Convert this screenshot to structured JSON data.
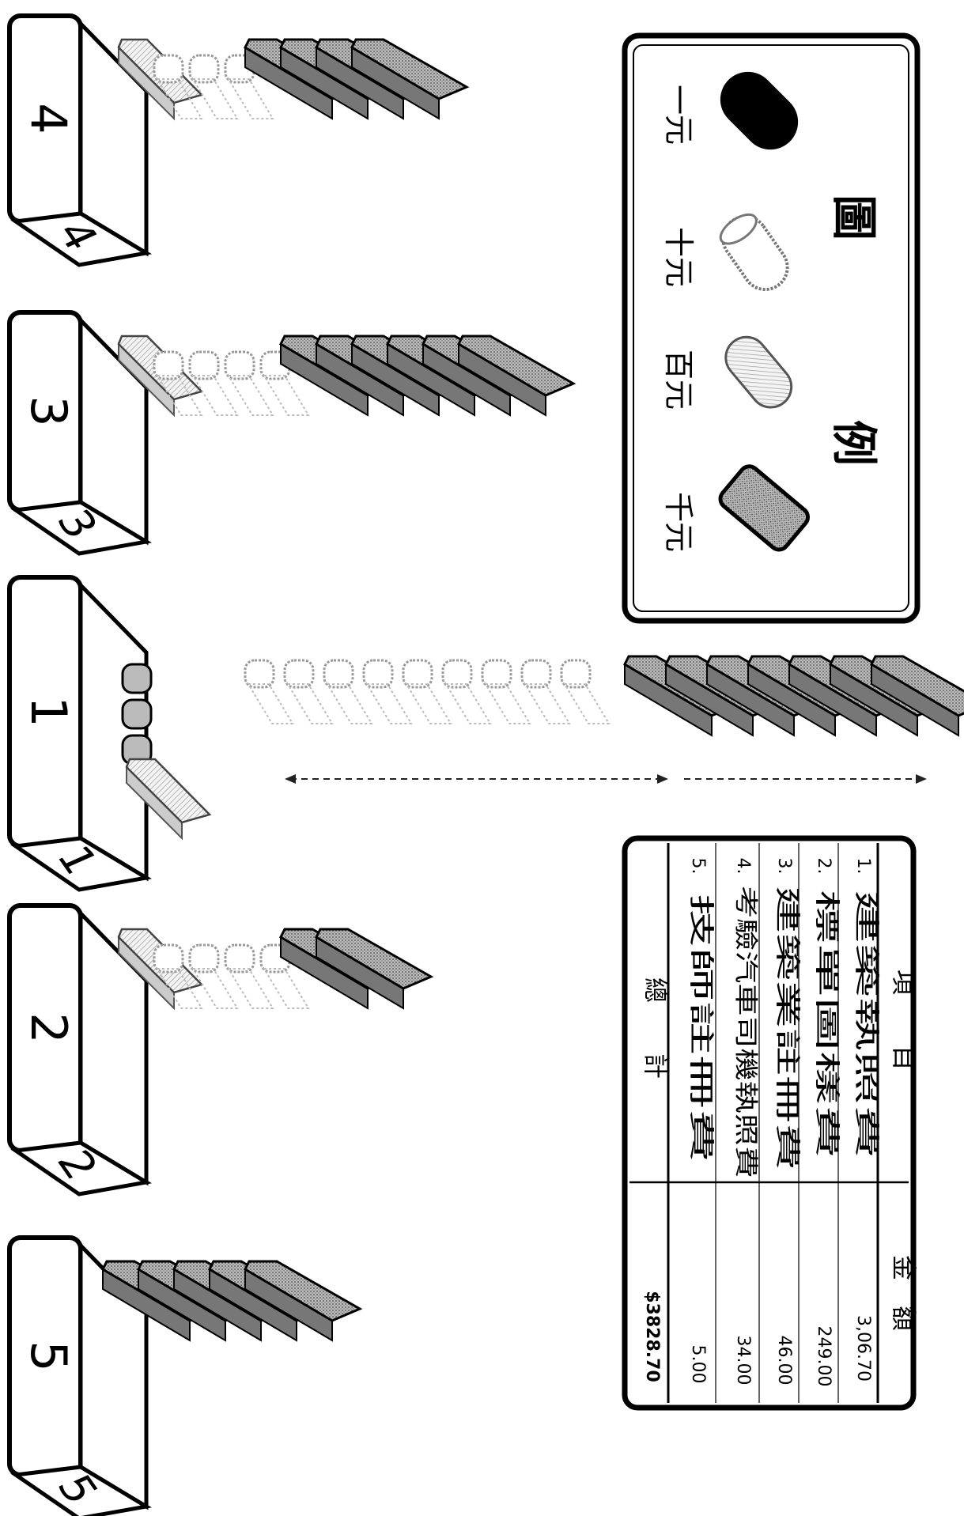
{
  "legend": {
    "title_chars": [
      "圖",
      "例"
    ],
    "items": [
      {
        "label": "一元",
        "style": "black"
      },
      {
        "label": "十元",
        "style": "white"
      },
      {
        "label": "百元",
        "style": "hatched"
      },
      {
        "label": "千元",
        "style": "gray"
      }
    ]
  },
  "stacks": [
    {
      "label": "4",
      "side_label": "4",
      "units": 4,
      "tens": 3,
      "hundreds": 1
    },
    {
      "label": "3",
      "side_label": "3",
      "units": 6,
      "tens": 4,
      "hundreds": 1
    },
    {
      "label": "1",
      "side_label": "1",
      "units": 3,
      "tens": 0,
      "hundreds": 1
    },
    {
      "label": "2",
      "side_label": "2",
      "units": 2,
      "tens": 4,
      "hundreds": 1
    },
    {
      "label": "5",
      "side_label": "5",
      "units": 5,
      "tens": 0,
      "hundreds": 0
    }
  ],
  "total_row": {
    "thousands": 7,
    "hundreds": 9
  },
  "table": {
    "header_item": "項　　目",
    "header_amount": "金　額",
    "rows": [
      {
        "no": "1.",
        "item": "建築執照費",
        "amount": "3,06.70"
      },
      {
        "no": "2.",
        "item": "標單圖樣費",
        "amount": "249.00"
      },
      {
        "no": "3.",
        "item": "建築業註冊費",
        "amount": "46.00"
      },
      {
        "no": "4.",
        "item": "考驗汽車司機執照費",
        "amount": "34.00"
      },
      {
        "no": "5.",
        "item": "技師註冊費",
        "amount": "5.00"
      }
    ],
    "total_label": "總　　計",
    "total_amount": "$3828.70"
  }
}
